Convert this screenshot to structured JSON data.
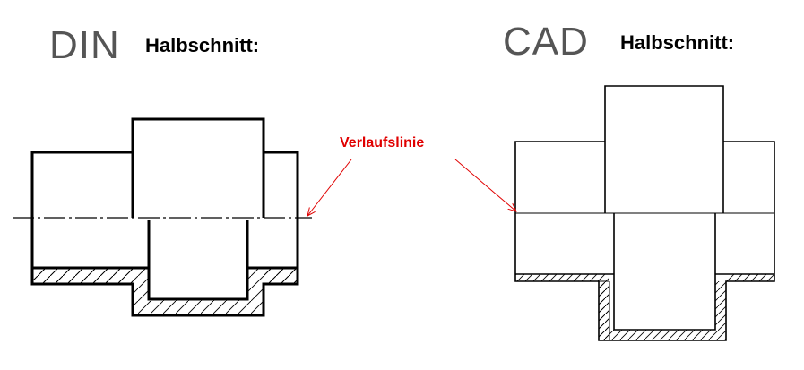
{
  "left": {
    "standard": "DIN",
    "title": "Halbschnitt:"
  },
  "right": {
    "standard": "CAD",
    "title": "Halbschnitt:"
  },
  "annotation": {
    "label": "Verlaufslinie"
  },
  "colors": {
    "line": "#000000",
    "annotation": "#e00000",
    "heading": "#555555"
  }
}
